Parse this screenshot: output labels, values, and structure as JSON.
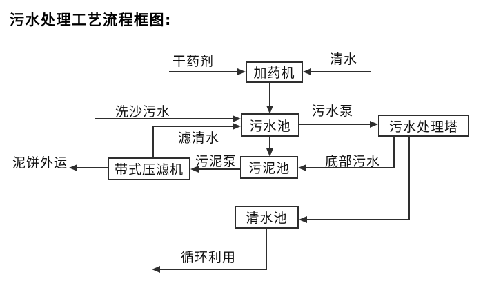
{
  "title": "污水处理工艺流程框图:",
  "colors": {
    "line": "#2e2e2e",
    "text": "#111111",
    "background": "#ffffff"
  },
  "diagram": {
    "type": "flowchart",
    "nodes": [
      {
        "id": "dosing-machine",
        "label": "加药机"
      },
      {
        "id": "sewage-pool",
        "label": "污水池"
      },
      {
        "id": "treatment-tower",
        "label": "污水处理塔"
      },
      {
        "id": "belt-filter-press",
        "label": "带式压滤机"
      },
      {
        "id": "sludge-pool",
        "label": "污泥池"
      },
      {
        "id": "clear-water-pool",
        "label": "清水池"
      }
    ],
    "edge_labels": [
      {
        "id": "dry-agent",
        "label": "干药剂",
        "to": "dosing-machine"
      },
      {
        "id": "clean-water",
        "label": "清水",
        "to": "dosing-machine"
      },
      {
        "id": "sand-washing-sewage",
        "label": "洗沙污水",
        "to": "sewage-pool"
      },
      {
        "id": "sewage-pump",
        "label": "污水泵",
        "from": "sewage-pool",
        "to": "treatment-tower"
      },
      {
        "id": "filtered-water",
        "label": "滤清水",
        "from": "belt-filter-press",
        "to": "sewage-pool"
      },
      {
        "id": "sludge-pump",
        "label": "污泥泵",
        "from": "sludge-pool",
        "to": "belt-filter-press"
      },
      {
        "id": "bottom-sewage",
        "label": "底部污水",
        "from": "treatment-tower",
        "to": "sludge-pool"
      },
      {
        "id": "mud-cake-out",
        "label": "泥饼外运",
        "from": "belt-filter-press"
      },
      {
        "id": "recycle-use",
        "label": "循环利用",
        "from": "clear-water-pool"
      }
    ]
  }
}
